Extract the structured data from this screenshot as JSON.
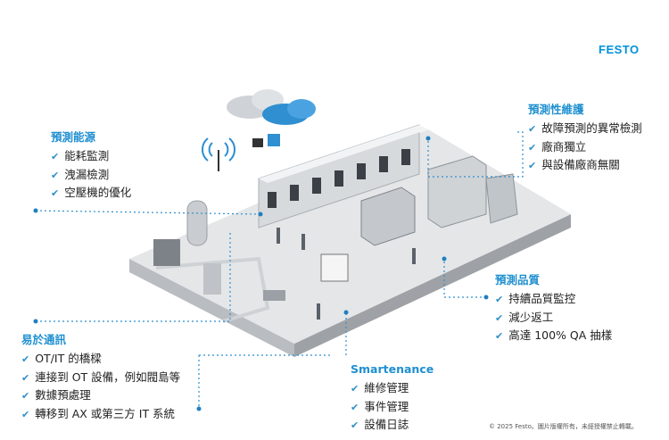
{
  "logo": "FESTO",
  "blocks": {
    "energy": {
      "title": "預測能源",
      "items": [
        "能耗監測",
        "洩漏檢測",
        "空壓機的優化"
      ]
    },
    "maintenance": {
      "title": "預測性維護",
      "items": [
        "故障預測的異常檢測",
        "廠商獨立",
        "與設備廠商無關"
      ]
    },
    "quality": {
      "title": "預測品質",
      "items": [
        "持續品質監控",
        "減少返工",
        "高達 100% QA 抽樣"
      ]
    },
    "communication": {
      "title": "易於通訊",
      "items": [
        "OT/IT 的橋樑",
        "連接到 OT 設備，例如閥島等",
        "數據預處理",
        "轉移到 AX 或第三方 IT 系統"
      ]
    },
    "smartenance": {
      "title": "Smartenance",
      "items": [
        "維修管理",
        "事件管理",
        "設備日誌"
      ]
    }
  },
  "check_icon": "check-icon",
  "copyright": "© 2025 Festo。圖片版權所有，未經授權禁止轉載。",
  "colors": {
    "accent": "#1f8fd0",
    "logo": "#0091dc"
  }
}
